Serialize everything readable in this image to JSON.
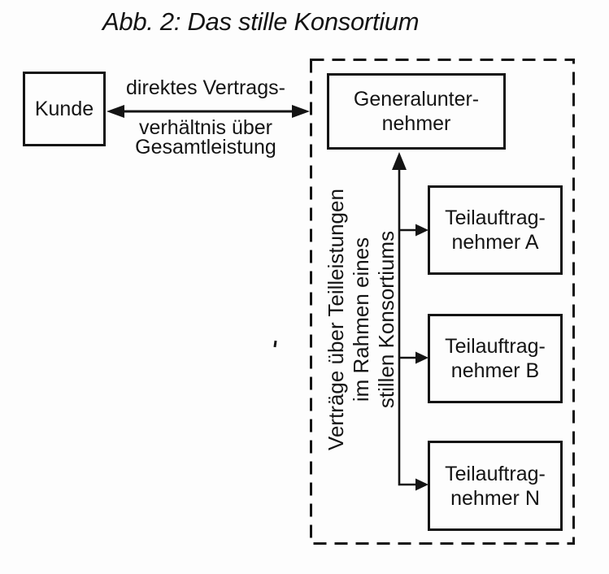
{
  "title": "Abb. 2: Das stille Konsortium",
  "colors": {
    "ink": "#141414",
    "paper": "#fdfdfd"
  },
  "nodes": {
    "kunde": {
      "label": "Kunde"
    },
    "generalunternehmer": {
      "line1": "Generalunter-",
      "line2": "nehmer"
    },
    "teilauftragnehmer_a": {
      "line1": "Teilauftrag-",
      "line2": "nehmer A"
    },
    "teilauftragnehmer_b": {
      "line1": "Teilauftrag-",
      "line2": "nehmer B"
    },
    "teilauftragnehmer_n": {
      "line1": "Teilauftrag-",
      "line2": "nehmer N"
    }
  },
  "edges": {
    "kunde_general": {
      "label_top": "direktes Vertrags-",
      "label_bottom_line1": "verhältnis über",
      "label_bottom_line2": "Gesamtleistung"
    },
    "konsortium_vertraege": {
      "line1": "Verträge über Teilleistungen",
      "line2": "im Rahmen eines",
      "line3": "stillen Konsortiums"
    }
  }
}
